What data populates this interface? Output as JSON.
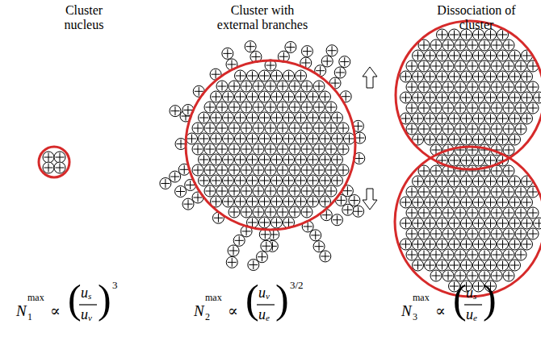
{
  "diagram": {
    "labels": [
      "Cluster nucleus",
      "Cluster with external branches",
      "Dissociation of cluster",
      "N",
      "1",
      "max",
      "∝",
      "(",
      "u",
      "s",
      "u",
      "v",
      ")",
      "3",
      "N",
      "2",
      "max",
      "∝",
      "(",
      "u",
      "v",
      "u",
      "e",
      ")",
      "3/2",
      "N",
      "3",
      "max",
      "∝",
      "(",
      "u",
      "s",
      "u",
      "e",
      ")"
    ]
  }
}
